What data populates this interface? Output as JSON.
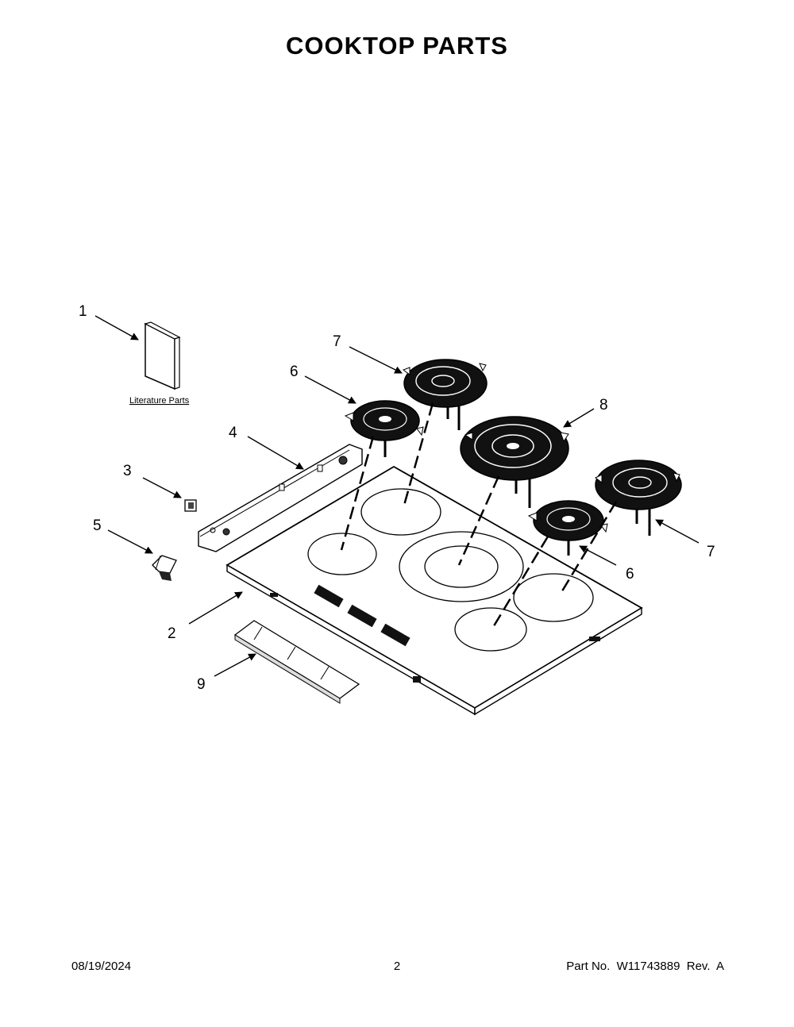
{
  "title": "COOKTOP PARTS",
  "literature_label": "Literature Parts",
  "callouts": {
    "c1": "1",
    "c2": "2",
    "c3": "3",
    "c4": "4",
    "c5": "5",
    "c6a": "6",
    "c6b": "6",
    "c7a": "7",
    "c7b": "7",
    "c8": "8",
    "c9": "9"
  },
  "footer": {
    "date": "08/19/2024",
    "page": "2",
    "part_number": "Part No.  W11743889  Rev.  A"
  }
}
